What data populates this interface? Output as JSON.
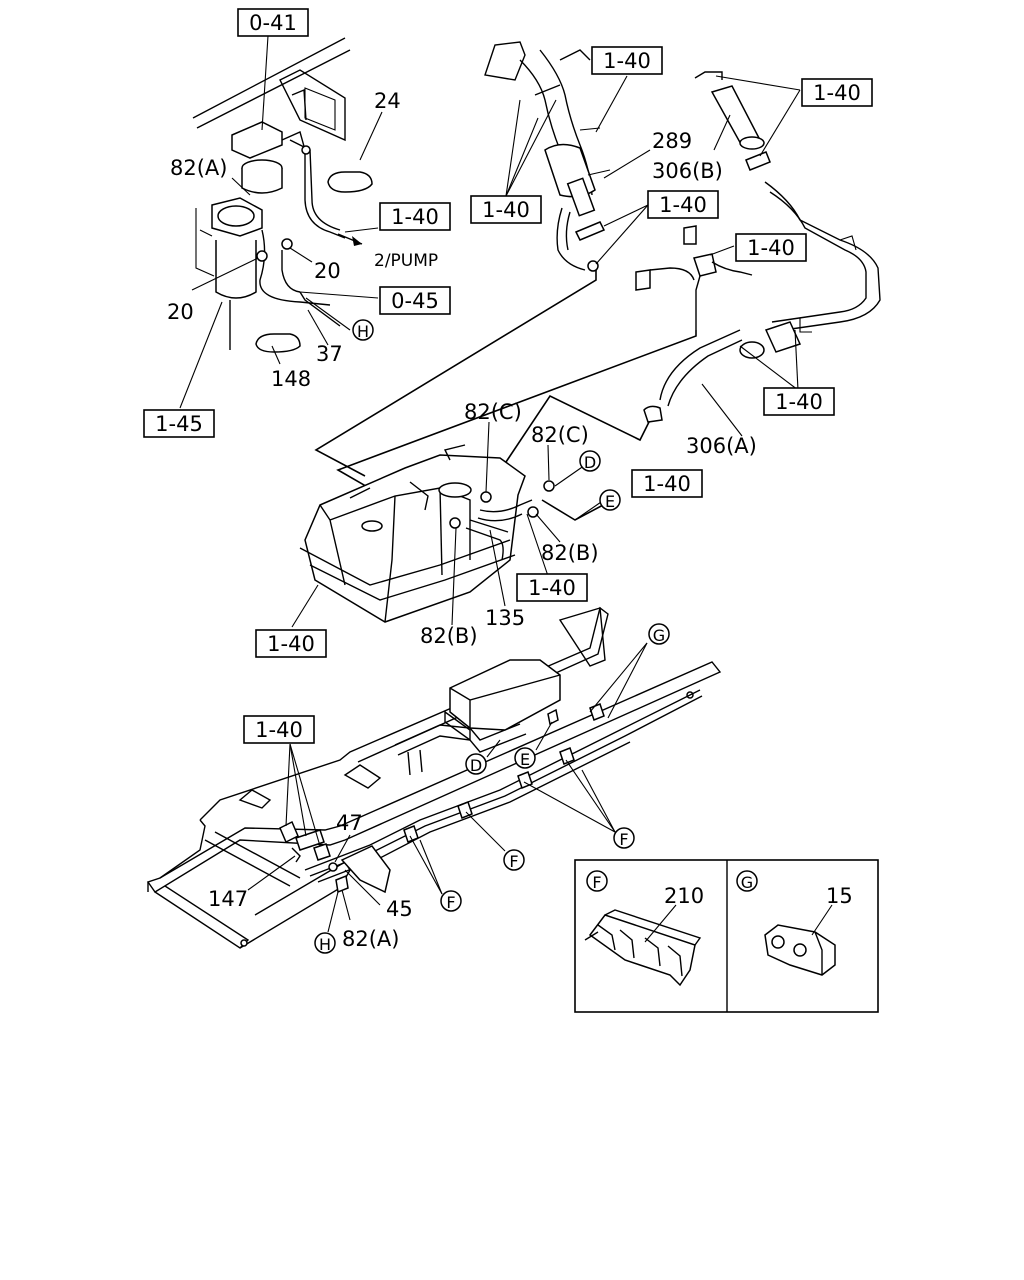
{
  "refs": {
    "r_0_41": "0-41",
    "r_1_40_topmid": "1-40",
    "r_1_40_topright": "1-40",
    "r_1_40_leftmid": "1-40",
    "r_1_40_filter": "1-40",
    "r_1_40_fueltank_hose": "1-40",
    "r_1_40_pump": "1-40",
    "r_0_45": "0-45",
    "r_1_45": "1-45",
    "r_1_40_neck": "1-40",
    "r_1_40_clamp": "1-40",
    "r_1_40_tank_right": "1-40",
    "r_1_40_tank": "1-40",
    "r_1_40_frame": "1-40"
  },
  "labels": {
    "p24": "24",
    "p82A_top": "82(A)",
    "p20_right": "20",
    "p20_left": "20",
    "pump": "2/PUMP",
    "p37": "37",
    "p148": "148",
    "p289": "289",
    "p306B": "306(B)",
    "p306A": "306(A)",
    "p82C_1": "82(C)",
    "p82C_2": "82(C)",
    "p82B_right": "82(B)",
    "p82B_bottom": "82(B)",
    "p135": "135",
    "p47": "47",
    "p147": "147",
    "p45": "45",
    "p82A_bottom": "82(A)",
    "p210": "210",
    "p15": "15"
  },
  "circles": {
    "H_top": "H",
    "D_top": "D",
    "E_top": "E",
    "G_frame": "G",
    "D_frame": "D",
    "E_frame": "E",
    "F_right": "F",
    "F_mid": "F",
    "F_left": "F",
    "H_bottom": "H",
    "F_inset": "F",
    "G_inset": "G"
  }
}
